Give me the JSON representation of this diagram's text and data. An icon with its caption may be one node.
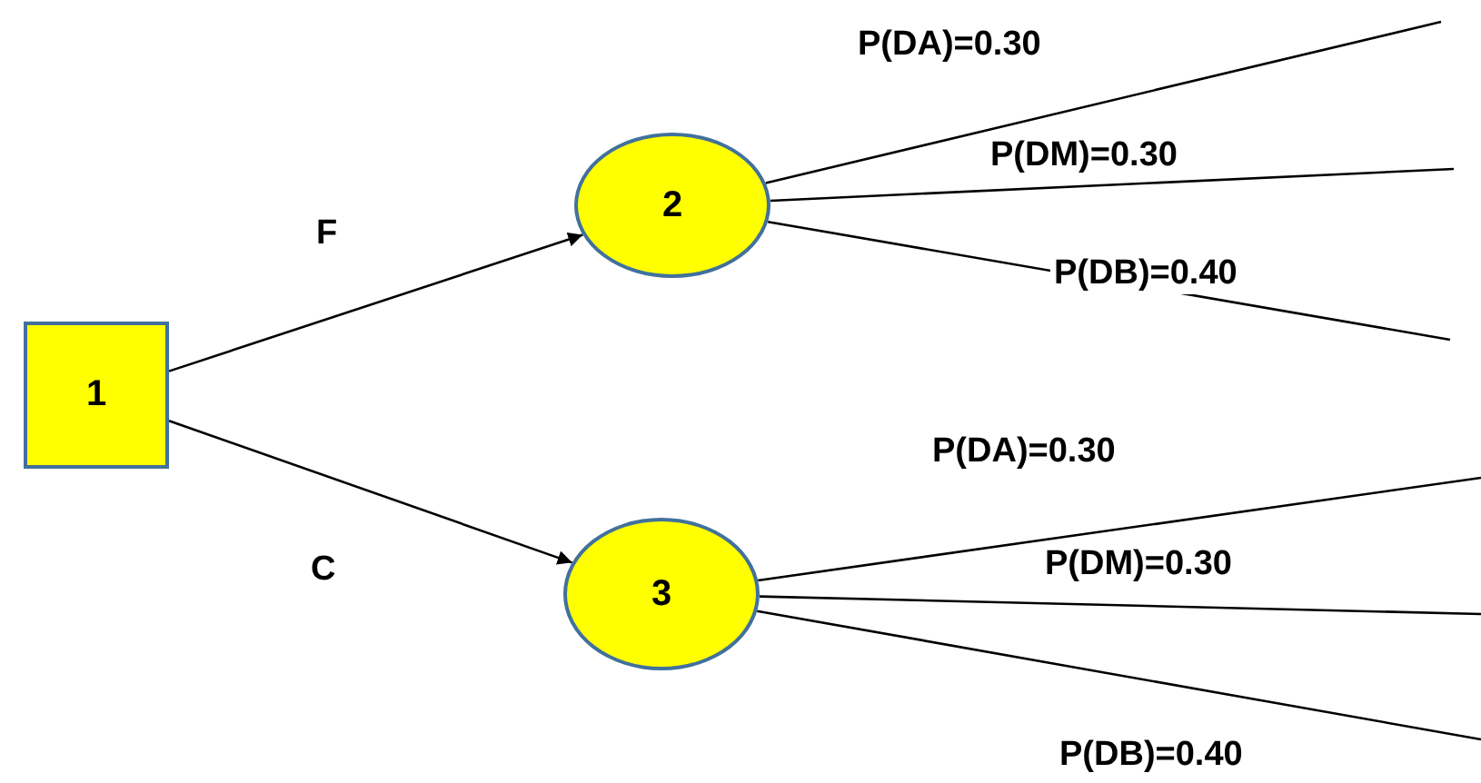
{
  "diagram": {
    "nodes": [
      {
        "text": [
          "1"
        ]
      },
      {
        "text": [
          "2"
        ]
      },
      {
        "text": [
          "3"
        ]
      }
    ],
    "edges": [
      {
        "from": 0,
        "to": 1,
        "arrow": "to",
        "label": "F"
      },
      {
        "from": 0,
        "to": 2,
        "arrow": "to",
        "label": "C"
      },
      {
        "from": 1,
        "to": null,
        "arrow": "none",
        "label": "P(DA)=0.30"
      },
      {
        "from": 1,
        "to": null,
        "arrow": "none",
        "label": "P(DM)=0.30"
      },
      {
        "from": 1,
        "to": null,
        "arrow": "none",
        "label": "P(DB)=0.40"
      },
      {
        "from": 2,
        "to": null,
        "arrow": "none",
        "label": "P(DA)=0.30"
      },
      {
        "from": 2,
        "to": null,
        "arrow": "none",
        "label": "P(DM)=0.30"
      },
      {
        "from": 2,
        "to": null,
        "arrow": "none",
        "label": "P(DB)=0.40"
      }
    ]
  }
}
